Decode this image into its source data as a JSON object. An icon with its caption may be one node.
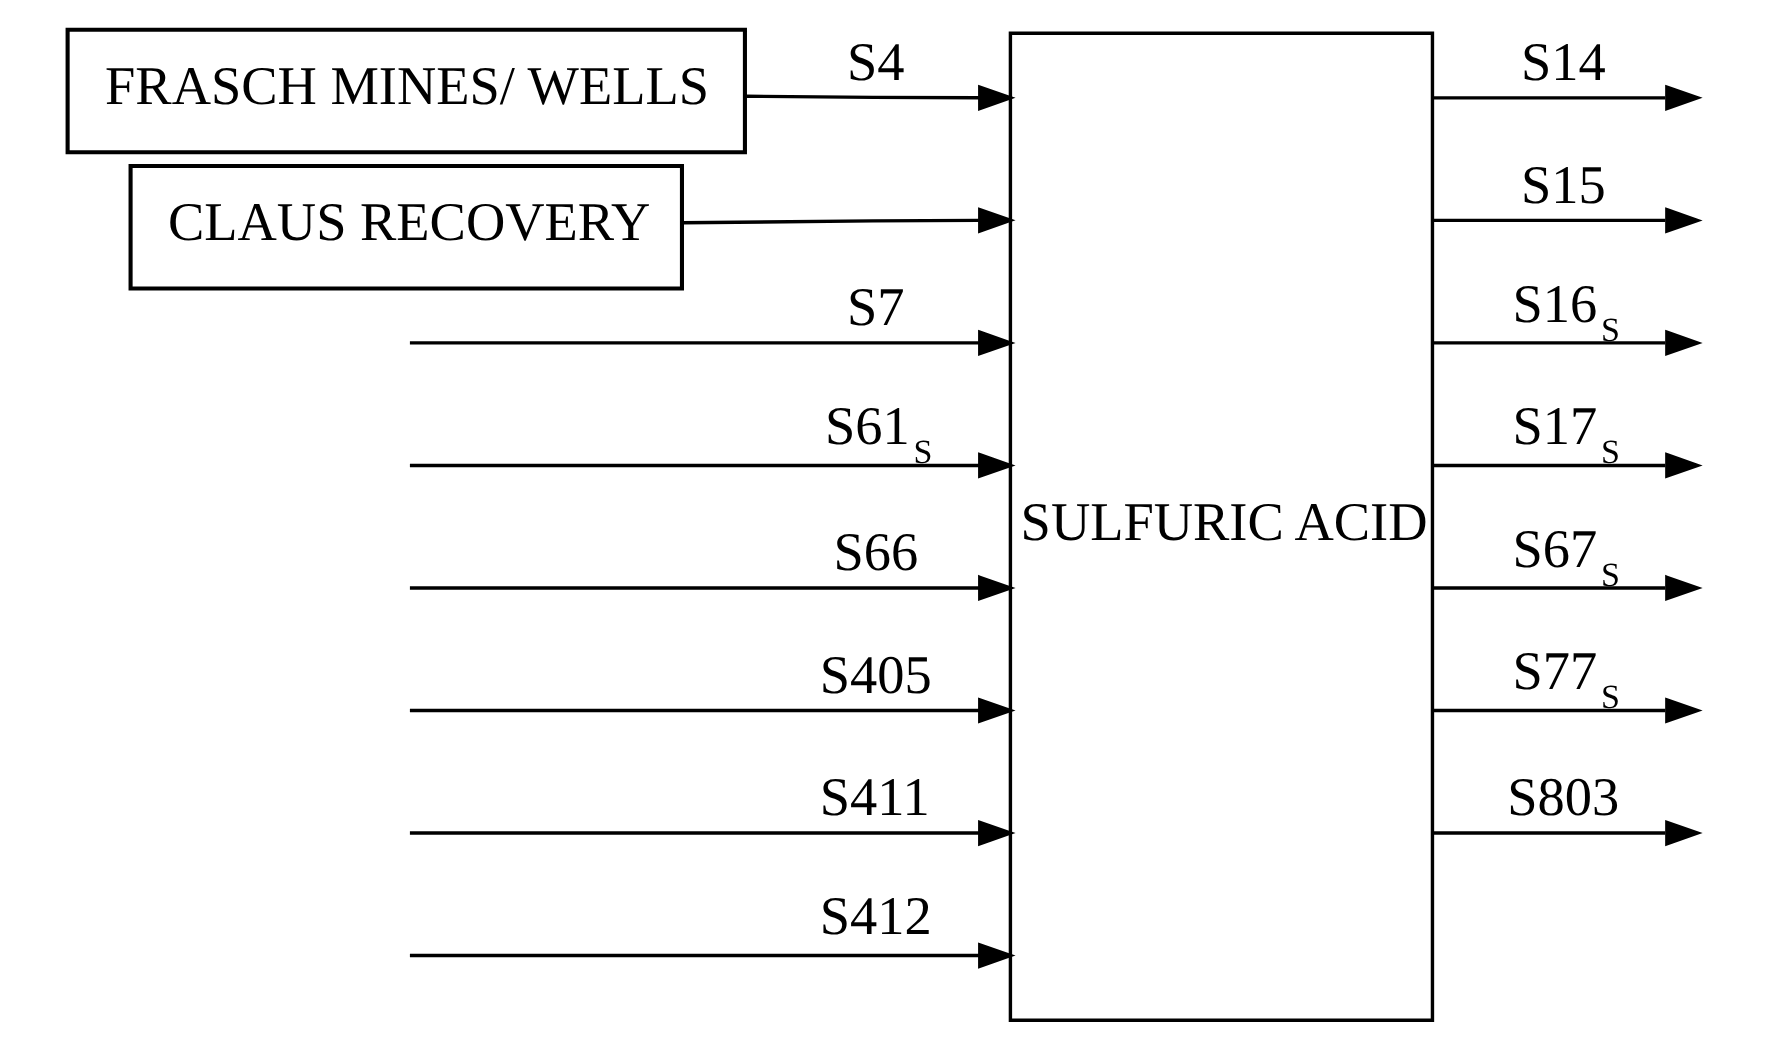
{
  "diagram": {
    "nodes": [
      {
        "text": [
          "FRASCH MINES/ WELLS"
        ]
      },
      {
        "text": [
          "CLAUS RECOVERY"
        ]
      },
      {
        "text": [
          "SULFURIC ACID"
        ]
      }
    ],
    "edges": [
      {
        "from": 0,
        "to": 2,
        "arrow": "to",
        "label": "S4"
      },
      {
        "from": 1,
        "to": 2,
        "arrow": "to"
      },
      {
        "from": null,
        "to": 2,
        "arrow": "to",
        "label": "S7"
      },
      {
        "from": null,
        "to": 2,
        "arrow": "to",
        "label": "S61$_{S}$"
      },
      {
        "from": null,
        "to": 2,
        "arrow": "to",
        "label": "S66"
      },
      {
        "from": null,
        "to": 2,
        "arrow": "to",
        "label": "S405"
      },
      {
        "from": null,
        "to": 2,
        "arrow": "to",
        "label": "S411"
      },
      {
        "from": null,
        "to": 2,
        "arrow": "to",
        "label": "S412"
      },
      {
        "from": 2,
        "to": null,
        "arrow": "to",
        "label": "S14"
      },
      {
        "from": 2,
        "to": null,
        "arrow": "to",
        "label": "S15"
      },
      {
        "from": 2,
        "to": null,
        "arrow": "to",
        "label": "S16$_{S}$"
      },
      {
        "from": 2,
        "to": null,
        "arrow": "to",
        "label": "S17$_{S}$"
      },
      {
        "from": 2,
        "to": null,
        "arrow": "to",
        "label": "S67$_{S}$"
      },
      {
        "from": 2,
        "to": null,
        "arrow": "to",
        "label": "S77$_{S}$"
      },
      {
        "from": 2,
        "to": null,
        "arrow": "to",
        "label": "S803"
      }
    ]
  }
}
